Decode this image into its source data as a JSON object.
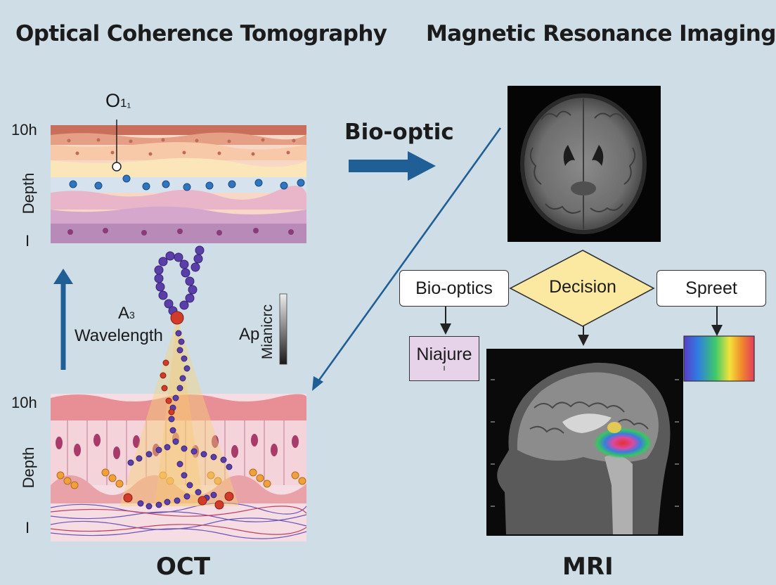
{
  "titles": {
    "left": "Optical Coherence Tomography",
    "right": "Magnetic Resonance Imaging"
  },
  "oct_panel": {
    "top_marker": "O",
    "top_marker_sub": "1₁",
    "depth_top_value": "10h",
    "depth_axis_label": "Depth",
    "depth_end_mark": "I",
    "depth_bottom_value": "10h",
    "depth_axis_label_2": "Depth",
    "depth_end_mark_2": "I",
    "molecule_label_a": "A",
    "molecule_label_a_sub": "3",
    "wavelength_label": "Wavelength",
    "scale_label": "Ap",
    "scale_vertical_label": "Mianicrc"
  },
  "flow": {
    "arrow_label": "Bio-optic",
    "boxes": {
      "left": "Bio-optics",
      "decision": "Decision",
      "right": "Spreet",
      "output": "Niajure",
      "output_sub": "ı"
    }
  },
  "bottom_labels": {
    "left": "OCT",
    "right": "MRI"
  },
  "colors": {
    "background": "#cfdde6",
    "arrow_blue": "#1f5f95",
    "decision_fill": "#fbe9a2",
    "output_fill": "#e6d3ea"
  }
}
